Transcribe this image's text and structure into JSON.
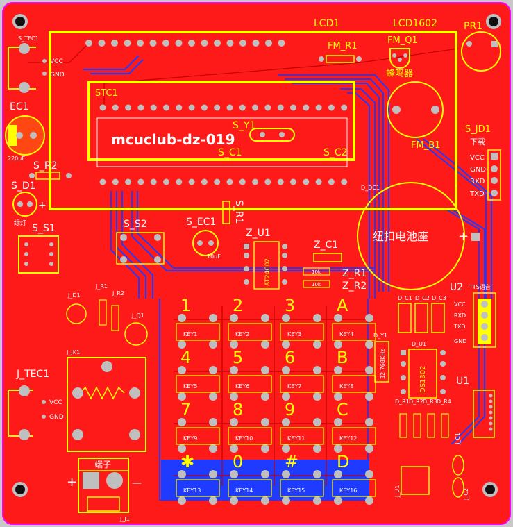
{
  "title": "mcuclub-dz-019",
  "colors": {
    "copper_top": "#ff1a1a",
    "copper_bottom": "#1f3bff",
    "silk": "#ffff00",
    "pad": "#bfbfbf",
    "background": "#c8c8c8",
    "outline": "#ff00ff"
  },
  "components": {
    "lcd1": "LCD1",
    "lcd1602": "LCD1602",
    "pr1": "PR1",
    "fm_r1": "FM_R1",
    "fm_q1": "FM_Q1",
    "buzzer": "蜂鸣器",
    "stc1": "STC1",
    "s_y1": "S_Y1",
    "s_c1": "S_C1",
    "s_c2": "S_C2",
    "fm_b1": "FM_B1",
    "s_jd1": "S_JD1",
    "download": "下载",
    "s_tec1": "S_TEC1",
    "vcc": "VCC",
    "gnd": "GND",
    "rxd": "RXD",
    "txd": "TXD",
    "ec1": "EC1",
    "cap220": "220uF",
    "s_r2": "S_R2",
    "s_d1": "S_D1",
    "green_led": "绿灯",
    "s_s1": "S_S1",
    "s_s2": "S_S2",
    "s_ec1": "S_EC1",
    "cap10": "10uF",
    "s_r1": "S_R1",
    "z_u1": "Z_U1",
    "at24": "AT24C02",
    "z_c1": "Z_C1",
    "z_r1": "Z_R1",
    "z_r2": "Z_R2",
    "r10k": "10k",
    "d_dc1": "D_DC1",
    "battery": "纽扣电池座",
    "u2": "U2",
    "voice": "TTS语音",
    "u1": "U1",
    "j_jk1": "J_JK1",
    "j_tec1": "J_TEC1",
    "j_j1": "J_J1",
    "terminal": "端子",
    "j_r1": "J_R1",
    "j_r2": "J_R2",
    "j_d1": "J_D1",
    "j_q1": "J_Q1",
    "d_c1": "D_C1",
    "d_c2": "D_C2",
    "d_c3": "D_C3",
    "d_u1": "D_U1",
    "ds1302": "DS1302",
    "d_y1": "D_Y1",
    "crystal": "32.768KHz",
    "d_r1": "D_R1",
    "d_r2": "D_R2",
    "d_r3": "D_R3",
    "d_r4": "D_R4",
    "j_u1": "J_U1",
    "j_c1": "J_C1",
    "j_c2": "J_C2",
    "plus": "+",
    "minus": "—"
  },
  "keypad": [
    {
      "symbol": "1",
      "label": "KEY1"
    },
    {
      "symbol": "2",
      "label": "KEY2"
    },
    {
      "symbol": "3",
      "label": "KEY3"
    },
    {
      "symbol": "A",
      "label": "KEY4"
    },
    {
      "symbol": "4",
      "label": "KEY5"
    },
    {
      "symbol": "5",
      "label": "KEY6"
    },
    {
      "symbol": "6",
      "label": "KEY7"
    },
    {
      "symbol": "B",
      "label": "KEY8"
    },
    {
      "symbol": "7",
      "label": "KEY9"
    },
    {
      "symbol": "8",
      "label": "KEY10"
    },
    {
      "symbol": "9",
      "label": "KEY11"
    },
    {
      "symbol": "C",
      "label": "KEY12"
    },
    {
      "symbol": "✱",
      "label": "KEY13"
    },
    {
      "symbol": "0",
      "label": "KEY14"
    },
    {
      "symbol": "#",
      "label": "KEY15"
    },
    {
      "symbol": "D",
      "label": "KEY16"
    }
  ]
}
